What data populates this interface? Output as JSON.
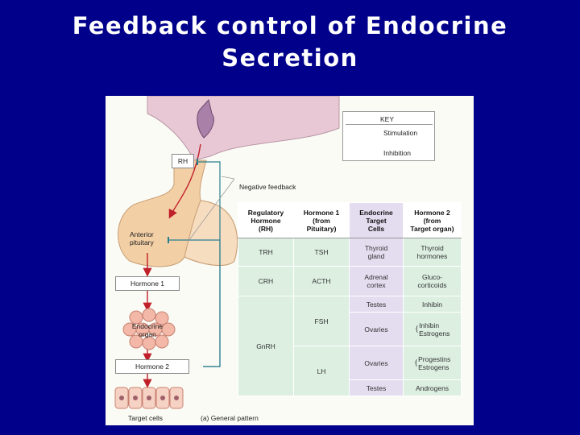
{
  "title": {
    "line1": "Feedback control of Endocrine",
    "line2": "Secretion"
  },
  "key": {
    "title": "KEY",
    "stimulation": "Stimulation",
    "inhibition": "Inhibition"
  },
  "colors": {
    "background": "#00008b",
    "stimulation_arrow": "#c0202a",
    "inhibition_line": "#2a7f8f",
    "gland_tissue": "#f3cfa6",
    "brain_tissue": "#e8c8d4",
    "table_green": "#dcefe1",
    "table_purple": "#e4dcef"
  },
  "diagram": {
    "rh_label": "RH",
    "negative_feedback": "Negative feedback",
    "anterior_pituitary": [
      "Anterior",
      "pituitary"
    ],
    "hormone1": "Hormone 1",
    "endocrine_organ": [
      "Endocrine",
      "organ"
    ],
    "hormone2": "Hormone 2",
    "target_cells": "Target cells",
    "caption": "(a) General pattern"
  },
  "table": {
    "headers": [
      [
        "Regulatory",
        "Hormone",
        "(RH)"
      ],
      [
        "Hormone 1",
        "(from",
        "Pituitary)"
      ],
      [
        "Endocrine",
        "Target",
        "Cells"
      ],
      [
        "Hormone 2",
        "(from",
        "Target organ)"
      ]
    ],
    "rows": {
      "trh": {
        "rh": "TRH",
        "h1": "TSH",
        "target": [
          "Thyroid",
          "gland"
        ],
        "h2": [
          "Thyroid",
          "hormones"
        ]
      },
      "crh": {
        "rh": "CRH",
        "h1": "ACTH",
        "target": [
          "Adrenal",
          "cortex"
        ],
        "h2": [
          "Gluco-",
          "corticoids"
        ]
      },
      "gnrh": {
        "rh": "GnRH",
        "fsh": "FSH",
        "lh": "LH",
        "testes1": "Testes",
        "inhibin1": "Inhibin",
        "ovaries1": "Ovaries",
        "inhibin2": "Inhibin",
        "estrogens1": "Estrogens",
        "ovaries2": "Ovaries",
        "progestins": "Progestins",
        "estrogens2": "Estrogens",
        "testes2": "Testes",
        "androgens": "Androgens"
      }
    }
  }
}
